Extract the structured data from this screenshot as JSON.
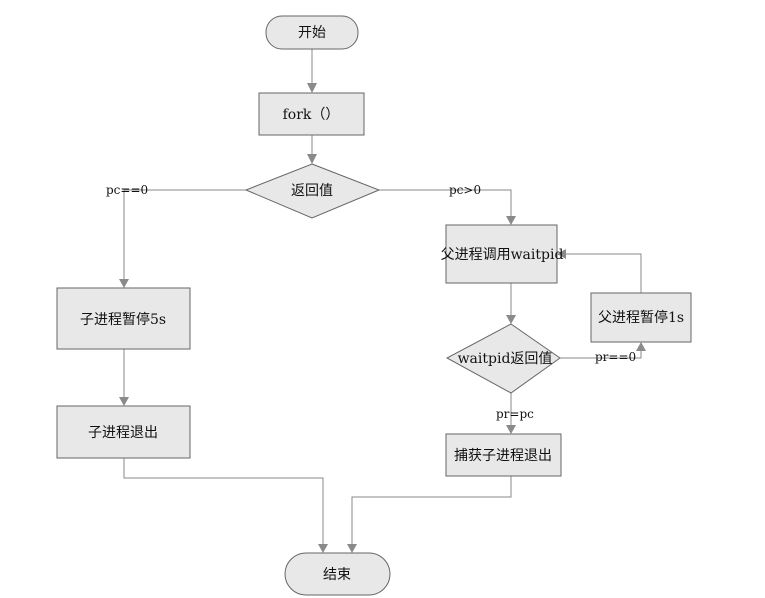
{
  "nodes": {
    "start": "开始",
    "fork": "fork（）",
    "return_value": "返回值",
    "child_sleep": "子进程暂停5s",
    "child_exit": "子进程退出",
    "parent_waitpid": "父进程调用waitpid",
    "waitpid_return": "waitpid返回值",
    "parent_sleep": "父进程暂停1s",
    "capture_exit": "捕获子进程退出",
    "end": "结束"
  },
  "edge_labels": {
    "pc_eq_0": "pc==0",
    "pc_gt_0": "pc>0",
    "pr_eq_0": "pr==0",
    "pr_eq_pc": "pr=pc"
  },
  "colors": {
    "node_fill": "#e8e8e8",
    "node_stroke": "#666666",
    "connector": "#8a8a8a"
  }
}
